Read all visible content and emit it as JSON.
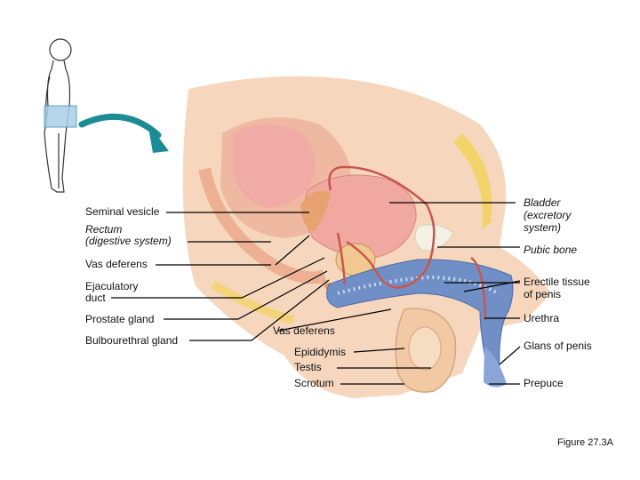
{
  "labels": {
    "seminal_vesicle": "Seminal vesicle",
    "rectum_1": "Rectum",
    "rectum_2": "(digestive system)",
    "vas_deferens_left": "Vas deferens",
    "ejaculatory_1": "Ejaculatory",
    "ejaculatory_2": "duct",
    "prostate": "Prostate gland",
    "bulbourethral": "Bulbourethral gland",
    "vas_deferens_center": "Vas deferens",
    "epididymis": "Epididymis",
    "testis": "Testis",
    "scrotum": "Scrotum",
    "bladder_1": "Bladder",
    "bladder_2": "(excretory",
    "bladder_3": "system)",
    "pubic_bone": "Pubic bone",
    "erectile_1": "Erectile tissue",
    "erectile_2": "of penis",
    "urethra": "Urethra",
    "glans": "Glans of penis",
    "prepuce": "Prepuce"
  },
  "caption": "Figure 27.3A",
  "colors": {
    "skin": "#f6d7be",
    "tissue": "#eeb19a",
    "fat": "#f2d36a",
    "bladder": "#f0a8a0",
    "prostate": "#f0c890",
    "erectile": "#6f8fc6",
    "duct": "#c8564c",
    "arrow": "#1b8c94",
    "figure_highlight": "#a9cfe6"
  }
}
